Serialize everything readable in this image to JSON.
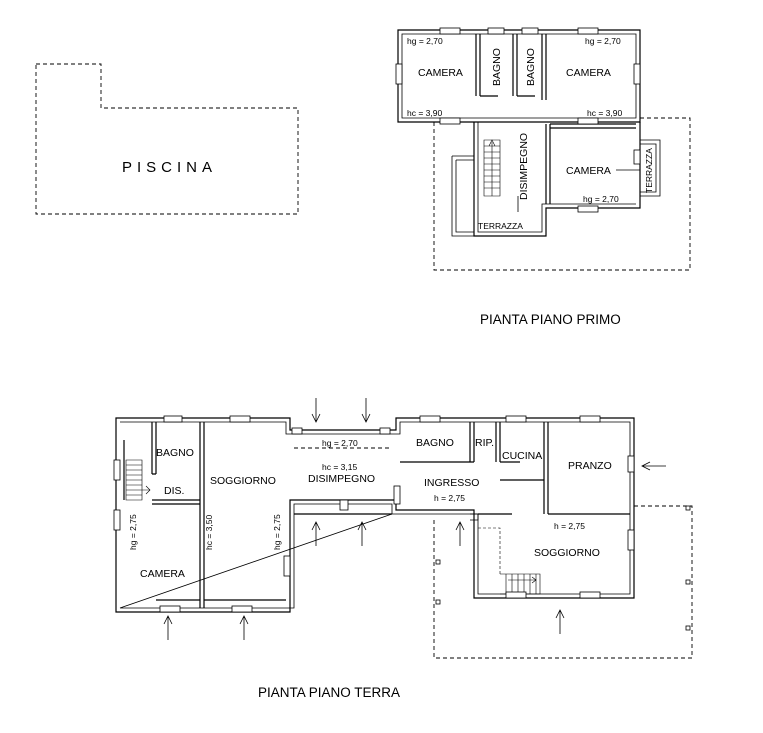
{
  "piscina": {
    "label": "PISCINA"
  },
  "first_floor": {
    "title": "PIANTA PIANO PRIMO",
    "rooms": {
      "camera_left": "CAMERA",
      "bagno_1": "BAGNO",
      "bagno_2": "BAGNO",
      "camera_right": "CAMERA",
      "disimpegno": "DISIMPEGNO",
      "camera_lower": "CAMERA",
      "terrazza_bottom": "TERRAZZA",
      "terrazza_side": "TERRAZZA"
    },
    "heights": {
      "hg_tl": "hg = 2,70",
      "hg_tr": "hg = 2,70",
      "hc_l": "hc = 3,90",
      "hc_r": "hc = 3,90",
      "hg_lower": "hg = 2,70"
    }
  },
  "ground_floor": {
    "title": "PIANTA PIANO TERRA",
    "rooms": {
      "bagno_left": "BAGNO",
      "dis": "DIS.",
      "soggiorno_left": "SOGGIORNO",
      "camera": "CAMERA",
      "disimpegno": "DISIMPEGNO",
      "bagno_center": "BAGNO",
      "rip": "RIP.",
      "cucina": "CUCINA",
      "pranzo": "PRANZO",
      "ingresso": "INGRESSO",
      "soggiorno_right": "SOGGIORNO"
    },
    "heights": {
      "hg_camera": "hg = 2,75",
      "hc_soggiorno": "hc = 3,50",
      "hg_soggiorno": "hg = 2,75",
      "hg_dis": "hg = 2,70",
      "hc_dis": "hc = 3,15",
      "h_ingresso": "h = 2,75",
      "h_soggiorno": "h = 2,75"
    }
  }
}
